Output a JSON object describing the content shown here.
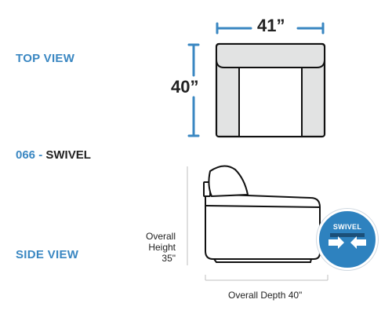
{
  "labels": {
    "top_view": "TOP VIEW",
    "side_view": "SIDE VIEW",
    "model_code": "066 -",
    "model_name": "SWIVEL"
  },
  "dimensions": {
    "width": "41”",
    "depth": "40”",
    "overall_height_line1": "Overall",
    "overall_height_line2": "Height",
    "overall_height_value": "35\"",
    "overall_depth": "Overall Depth 40\""
  },
  "badge": {
    "label": "SWIVEL",
    "icon": "swivel-arrows-icon"
  },
  "colors": {
    "accent_blue": "#3a87c2",
    "badge_blue": "#2e82bf",
    "chair_fill": "#e2e3e3",
    "outline": "#111111",
    "dimension_line": "#3a87c2"
  }
}
